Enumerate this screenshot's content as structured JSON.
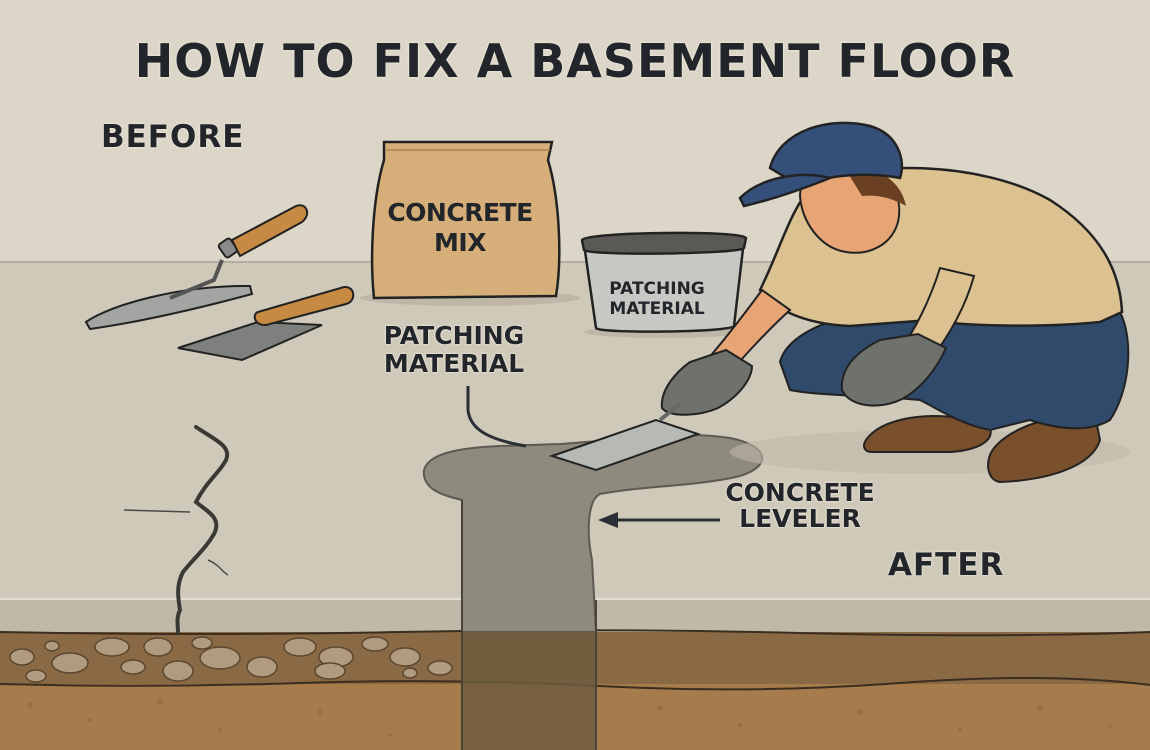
{
  "title": "HOW TO FIX A BASEMENT FLOOR",
  "labels": {
    "before": "BEFORE",
    "after": "AFTER",
    "concrete_mix_bag": {
      "line1": "CONCRETE",
      "line2": "MIX"
    },
    "patching_tub": {
      "line1": "PATCHING",
      "line2": "MATERIAL"
    },
    "patching_callout": {
      "line1": "PATCHING",
      "line2": "MATERIAL"
    },
    "leveler_callout": {
      "line1": "CONCRETE",
      "line2": "LEVELER"
    }
  },
  "icons": {
    "pointed_trowel": "pointed-trowel-icon",
    "flat_trowel": "flat-trowel-icon",
    "concrete_bag": "concrete-mix-bag-icon",
    "patch_tub": "patching-tub-icon",
    "worker": "crouching-worker-icon",
    "crack": "floor-crack-icon",
    "leveler_pour": "concrete-leveler-pour-icon",
    "arrow": "arrow-left-icon"
  },
  "colors": {
    "wall": "#dcd6c8",
    "floor": "#cfc9ba",
    "slab_edge": "#bdb6a6",
    "gravel_layer": "#8a6a44",
    "soil_layer": "#a67c4c",
    "stone": "#b09b7f",
    "leveler": "#8f8a7e",
    "text": "#22262b",
    "cap_blue": "#34507a",
    "shirt": "#dcc291",
    "jeans": "#2f4a6b",
    "glove": "#6f716c",
    "boot": "#7a4f2c",
    "bag": "#d6ae7a",
    "handle": "#c78a42",
    "steel": "#a3a5a2"
  }
}
